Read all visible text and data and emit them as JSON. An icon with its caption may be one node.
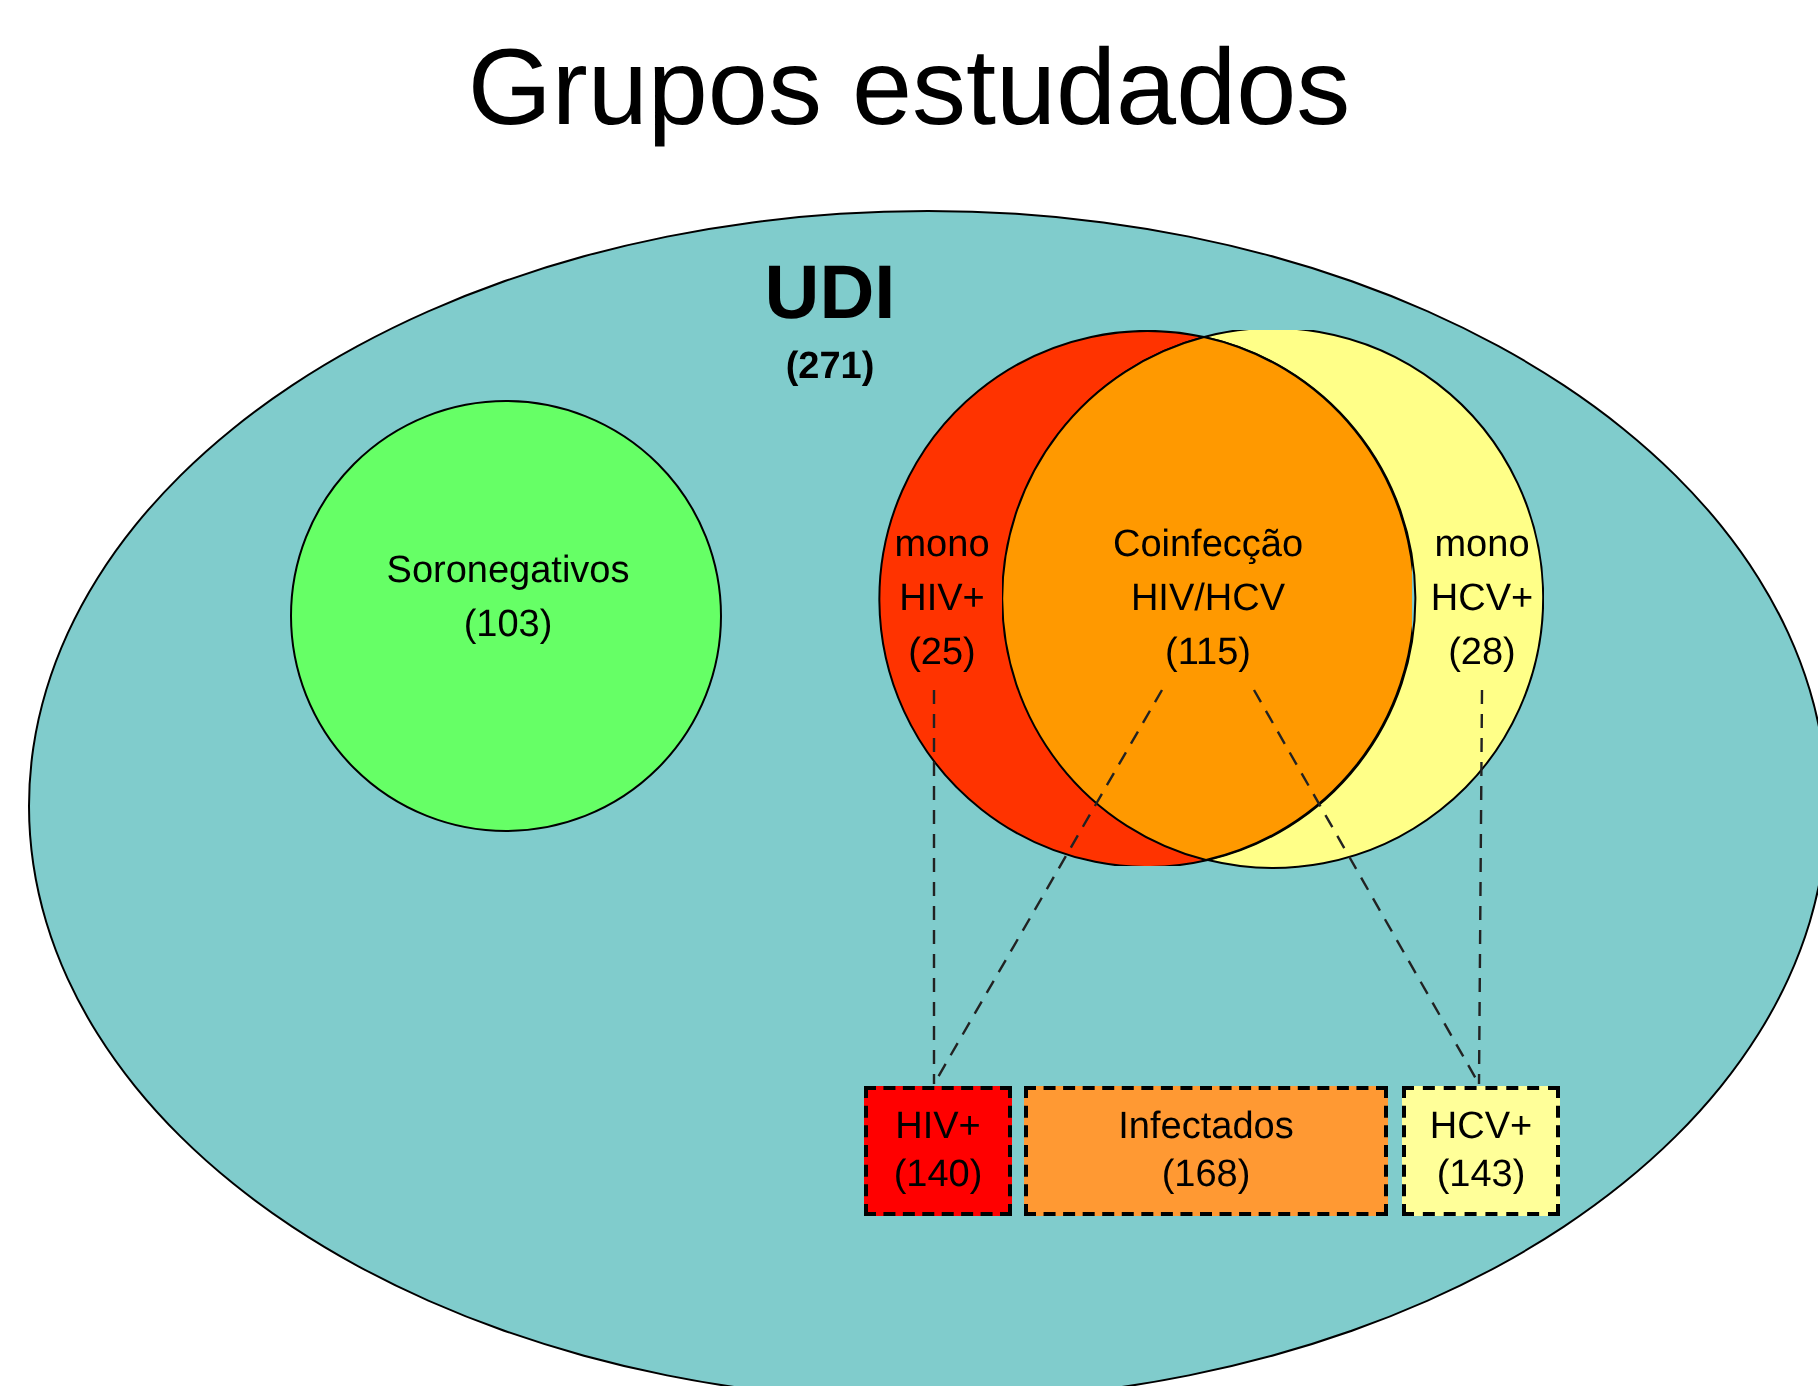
{
  "diagram": {
    "title": "Grupos estudados",
    "nodes": [
      {
        "text": [
          "UDI",
          "(271)"
        ]
      },
      {
        "text": [
          "Soronegativos (103)"
        ],
        "in": 0
      },
      {
        "text": [
          "mono HIV+ (25)"
        ],
        "in": 0
      },
      {
        "text": [
          "mono HCV+ (28)"
        ],
        "in": 0
      },
      {
        "text": [
          "Coinfecção HIV/HCV (115)"
        ],
        "in": 0
      },
      {
        "text": [
          "HIV+ (140)"
        ],
        "in": 0
      },
      {
        "text": [
          "Infectados (168)"
        ],
        "in": 0
      },
      {
        "text": [
          "HCV+ (143)"
        ],
        "in": 0
      }
    ],
    "edges": [
      {
        "from": 2,
        "to": 5,
        "arrow": "none",
        "style": "dashed"
      },
      {
        "from": 4,
        "to": 5,
        "arrow": "none",
        "style": "dashed"
      },
      {
        "from": 4,
        "to": 7,
        "arrow": "none",
        "style": "dashed"
      },
      {
        "from": 3,
        "to": 7,
        "arrow": "none",
        "style": "dashed"
      }
    ]
  }
}
